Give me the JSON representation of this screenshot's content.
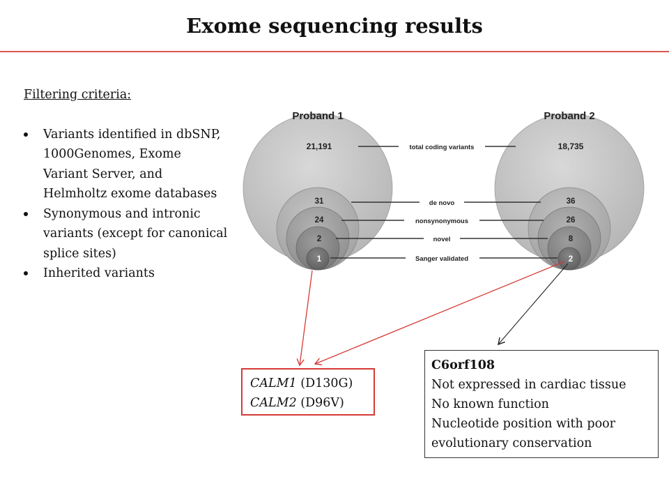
{
  "title": "Exome sequencing results",
  "filtering": {
    "heading": "Filtering criteria:",
    "items": [
      "Variants identified in dbSNP, 1000Genomes, Exome Variant Server, and Helmholtz exome databases",
      "Synonymous and intronic variants (except for canonical splice sites)",
      "Inherited variants"
    ]
  },
  "venn": {
    "proband1": {
      "name": "Proband 1",
      "counts": [
        "21,191",
        "31",
        "24",
        "2",
        "1"
      ]
    },
    "proband2": {
      "name": "Proband 2",
      "counts": [
        "18,735",
        "36",
        "26",
        "8",
        "2"
      ]
    },
    "levels": [
      "total coding variants",
      "de novo",
      "nonsynonymous",
      "novel",
      "Sanger validated"
    ],
    "colors": {
      "outer": "#bdbdbd",
      "level2": "#ababab",
      "level3": "#9a9a9a",
      "level4": "#858585",
      "level5": "#6e6e6e"
    }
  },
  "calm_box": {
    "line1_gene": "CALM1",
    "line1_variant": " (D130G)",
    "line2_gene": "CALM2",
    "line2_variant": " (D96V)"
  },
  "c6_box": {
    "gene": "C6orf108",
    "lines": [
      "Not expressed in cardiac tissue",
      "No known function",
      "Nucleotide position with poor",
      "evolutionary conservation"
    ]
  },
  "arrow_colors": {
    "red": "#d53a35",
    "black": "#222222"
  }
}
